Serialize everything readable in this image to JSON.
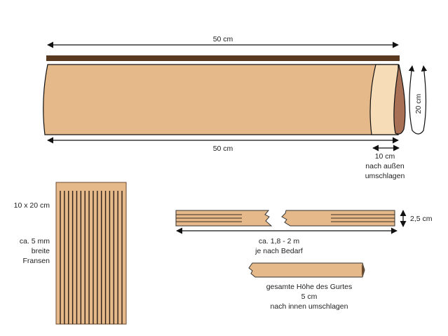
{
  "top_width_label": "50 cm",
  "bottom_width_label": "50 cm",
  "height_label": "20 cm",
  "fold": {
    "line1": "10 cm",
    "line2": "nach außen",
    "line3": "umschlagen"
  },
  "fringe": {
    "size_label": "10 x 20 cm",
    "line1": "ca. 5 mm",
    "line2": "breite",
    "line3": "Fransen",
    "fringe_count": 16
  },
  "strap": {
    "height_label": "2,5 cm",
    "length_line1": "ca. 1,8 - 2 m",
    "length_line2": "je nach Bedarf"
  },
  "strap_fold": {
    "line1": "gesamte Höhe des Gurtes",
    "line2": "5 cm",
    "line3": "nach innen umschlagen"
  },
  "colors": {
    "leather": "#e6b98a",
    "light": "#f7dcb8",
    "dark": "#a87055",
    "rod": "#5a3a1e"
  }
}
